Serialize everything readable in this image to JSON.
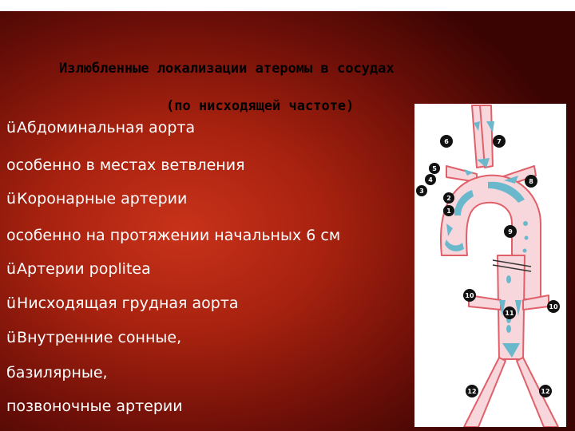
{
  "slide": {
    "title": "Излюбленные локализации атеромы в сосудах",
    "subtitle": "(по нисходящей частоте)",
    "check_glyph": "ü",
    "items": [
      {
        "checked": true,
        "text": "Абдоминальная аорта"
      },
      {
        "checked": false,
        "text": "особенно в местах ветвления"
      },
      {
        "checked": true,
        "text": "Коронарные артерии"
      },
      {
        "checked": false,
        "text": "особенно на протяжении начальных 6 см"
      },
      {
        "checked": true,
        "text": "Артерии poplitea"
      },
      {
        "checked": true,
        "text": "Нисходящая грудная аорта"
      },
      {
        "checked": true,
        "text": "Внутренние сонные,"
      },
      {
        "checked": false,
        "text": "базилярные,"
      },
      {
        "checked": false,
        "text": "позвоночные артерии"
      }
    ]
  },
  "diagram": {
    "markers": [
      "1",
      "2",
      "3",
      "4",
      "5",
      "6",
      "7",
      "8",
      "9",
      "10",
      "10",
      "11",
      "12",
      "12"
    ]
  },
  "colors": {
    "vessel_fill": "#f7d6dc",
    "vessel_stroke": "#e0606a",
    "plaque": "#6ab8cc",
    "marker": "#111111"
  }
}
